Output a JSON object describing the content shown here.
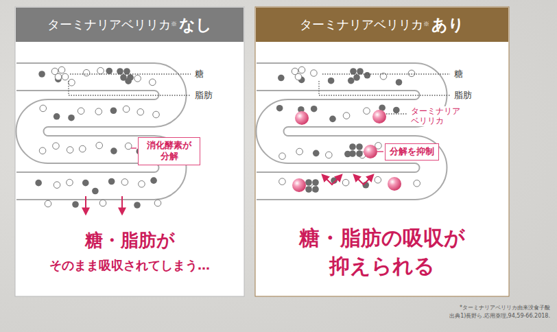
{
  "diagram": {
    "nodes": [
      {
        "text": [
          "糖・脂肪が",
          "そのまま吸収されてしまう…"
        ]
      },
      {
        "text": [
          "ターミナリアベリリカ",
          "※",
          "なし"
        ],
        "in": 0
      },
      {
        "text": [
          "消化酵素が 分解"
        ],
        "in": 0
      },
      {
        "text": [
          "糖・脂肪の吸収が 抑えられる"
        ]
      },
      {
        "text": [
          "ターミナリアベリリカ",
          "※",
          "あり"
        ],
        "in": 3
      },
      {
        "text": [
          "分解を抑制"
        ],
        "in": 3
      }
    ],
    "labels": [
      "糖",
      "脂肪",
      "糖",
      "脂肪",
      "ターミナリア ベリリカ",
      "*ターミナリアベリリカ由来没食子酸",
      "出典1)長野ら.応用薬理,94,59-66.2018."
    ]
  }
}
